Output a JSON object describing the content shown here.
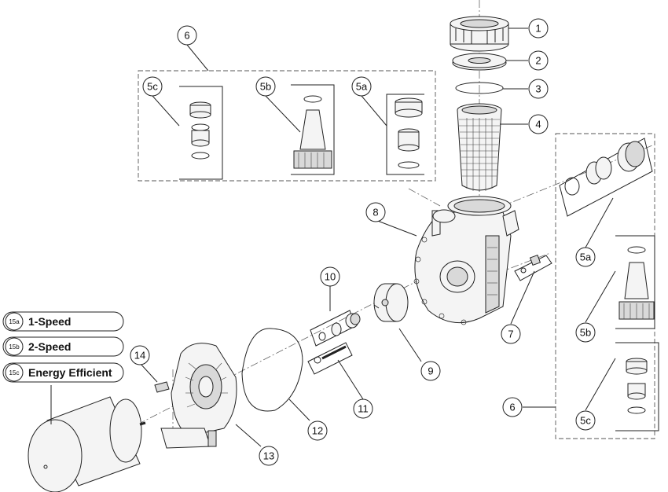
{
  "callouts": {
    "c1": "1",
    "c2": "2",
    "c3": "3",
    "c4": "4",
    "c5a_top": "5a",
    "c5b_top": "5b",
    "c5c_top": "5c",
    "c5a_right": "5a",
    "c5b_right": "5b",
    "c5c_right": "5c",
    "c6_top": "6",
    "c6_right": "6",
    "c7": "7",
    "c8": "8",
    "c9": "9",
    "c10": "10",
    "c11": "11",
    "c12": "12",
    "c13": "13",
    "c14": "14"
  },
  "motor_options": [
    {
      "code": "15a",
      "label": "1-Speed"
    },
    {
      "code": "15b",
      "label": "2-Speed"
    },
    {
      "code": "15c",
      "label": "Energy Efficient"
    }
  ],
  "colors": {
    "line": "#222222",
    "fill": "#f4f4f4",
    "shade": "#d9d9d9",
    "background": "#ffffff"
  }
}
